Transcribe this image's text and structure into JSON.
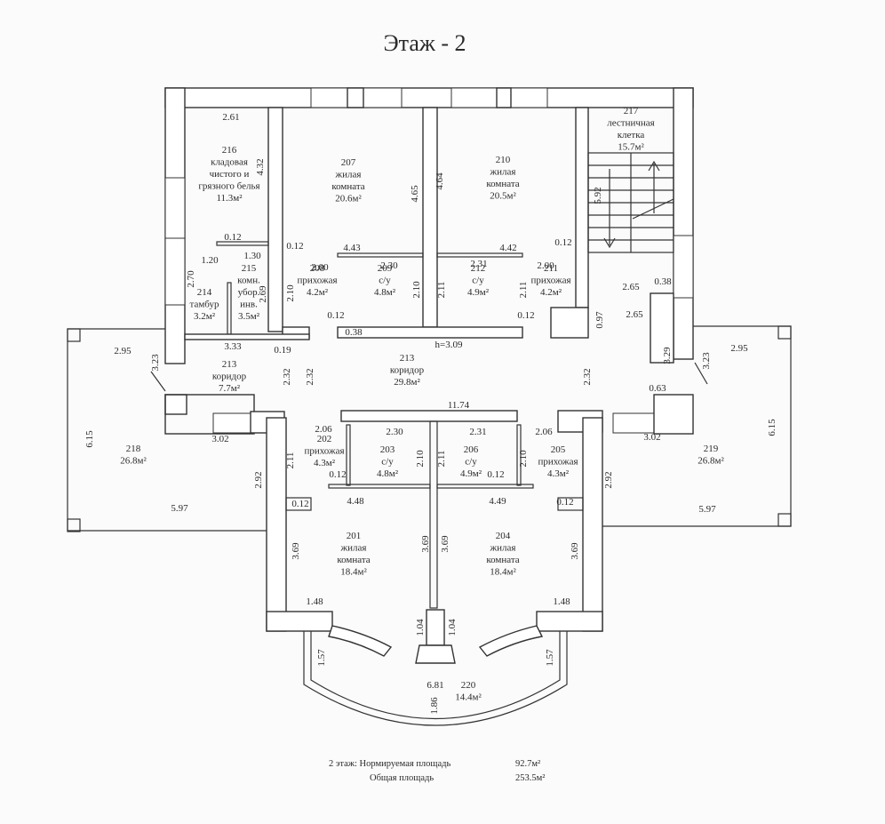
{
  "title": "Этаж - 2",
  "rooms": [
    {
      "id": "216",
      "lines": [
        "216",
        "кладовая",
        "чистого и",
        "грязного белья",
        "11.3м²"
      ]
    },
    {
      "id": "207",
      "lines": [
        "207",
        "жилая",
        "комната",
        "20.6м²"
      ]
    },
    {
      "id": "210",
      "lines": [
        "210",
        "жилая",
        "комната",
        "20.5м²"
      ]
    },
    {
      "id": "217",
      "lines": [
        "217",
        "лестничная",
        "клетка",
        "15.7м²"
      ]
    },
    {
      "id": "215",
      "lines": [
        "215",
        "комн.",
        "убор.",
        "инв.",
        "3.5м²"
      ]
    },
    {
      "id": "214",
      "lines": [
        "214",
        "тамбур",
        "3.2м²"
      ]
    },
    {
      "id": "208",
      "lines": [
        "208",
        "прихожая",
        "4.2м²"
      ]
    },
    {
      "id": "209",
      "lines": [
        "209",
        "с/у",
        "4.8м²"
      ]
    },
    {
      "id": "212",
      "lines": [
        "212",
        "с/у",
        "4.9м²"
      ]
    },
    {
      "id": "211",
      "lines": [
        "211",
        "прихожая",
        "4.2м²"
      ]
    },
    {
      "id": "213a",
      "lines": [
        "213",
        "коридор",
        "7.7м²"
      ]
    },
    {
      "id": "213b",
      "lines": [
        "213",
        "коридор",
        "29.8м²"
      ]
    },
    {
      "id": "202",
      "lines": [
        "202",
        "прихожая",
        "4.3м²"
      ]
    },
    {
      "id": "203",
      "lines": [
        "203",
        "с/у",
        "4.8м²"
      ]
    },
    {
      "id": "206",
      "lines": [
        "206",
        "с/у",
        "4.9м²"
      ]
    },
    {
      "id": "205",
      "lines": [
        "205",
        "прихожая",
        "4.3м²"
      ]
    },
    {
      "id": "218",
      "lines": [
        "218",
        "26.8м²"
      ]
    },
    {
      "id": "219",
      "lines": [
        "219",
        "26.8м²"
      ]
    },
    {
      "id": "201",
      "lines": [
        "201",
        "жилая",
        "комната",
        "18.4м²"
      ]
    },
    {
      "id": "204",
      "lines": [
        "204",
        "жилая",
        "комната",
        "18.4м²"
      ]
    },
    {
      "id": "220",
      "lines": [
        "220",
        "14.4м²"
      ]
    }
  ],
  "dims": [
    "2.61",
    "4.32",
    "4.65",
    "4.64",
    "5.92",
    "0.12",
    "1.20",
    "1.30",
    "2.70",
    "2.69",
    "0.12",
    "4.43",
    "2.00",
    "2.30",
    "2.10",
    "2.10",
    "2.31",
    "4.42",
    "0.12",
    "2.00",
    "2.11",
    "2.11",
    "2.65",
    "0.38",
    "2.65",
    "0.97",
    "0.12",
    "0.12",
    "0.38",
    "3.33",
    "0.19",
    "h=3.09",
    "2.95",
    "3.23",
    "2.32",
    "2.32",
    "2.32",
    "3.29",
    "3.23",
    "2.95",
    "0.63",
    "11.74",
    "2.06",
    "2.30",
    "2.31",
    "2.06",
    "2.11",
    "2.10",
    "2.11",
    "2.10",
    "0.12",
    "4.48",
    "0.12",
    "4.49",
    "0.12",
    "0.12",
    "6.15",
    "3.02",
    "3.02",
    "6.15",
    "2.92",
    "2.92",
    "5.97",
    "5.97",
    "3.69",
    "3.69",
    "3.69",
    "3.69",
    "1.48",
    "1.48",
    "1.04",
    "1.04",
    "1.57",
    "1.57",
    "6.81",
    "1.86"
  ],
  "summary": {
    "line1_label": "2 этаж:  Нормируемая площадь",
    "line1_value": "92.7м²",
    "line2_label": "Общая площадь",
    "line2_value": "253.5м²"
  }
}
